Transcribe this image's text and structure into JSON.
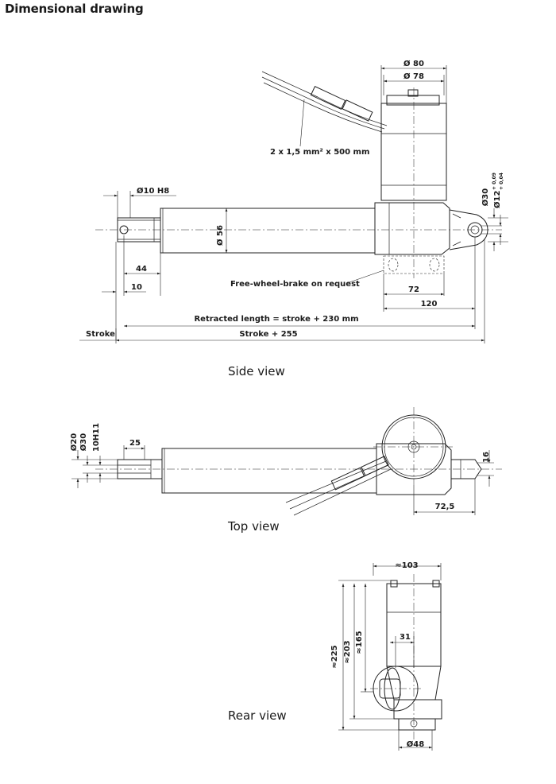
{
  "title": "Dimensional drawing",
  "side_view": {
    "label": "Side view",
    "dia_80": "Ø 80",
    "dia_78": "Ø 78",
    "cable": "2 x 1,5 mm² x 500 mm",
    "dia_10h8": "Ø10 H8",
    "dia_56": "Ø 56",
    "dia_30": "Ø30",
    "dia_12": "Ø12",
    "tol_upper": "+ 0,09",
    "tol_lower": "+ 0,04",
    "dim_44": "44",
    "dim_10": "10",
    "brake": "Free-wheel-brake on request",
    "dim_72": "72",
    "dim_120": "120",
    "retracted": "Retracted length = stroke + 230 mm",
    "stroke": "Stroke",
    "stroke_255": "Stroke + 255"
  },
  "top_view": {
    "label": "Top view",
    "dia_20": "Ø20",
    "dia_30": "Ø30",
    "h11": "10H11",
    "dim_25": "25",
    "dim_16": "16",
    "dim_72_5": "72,5"
  },
  "rear_view": {
    "label": "Rear view",
    "w_103": "≈103",
    "h_225": "≈225",
    "h_203": "≈203",
    "h_165": "≈165",
    "dim_31": "31",
    "dia_48": "Ø48"
  }
}
